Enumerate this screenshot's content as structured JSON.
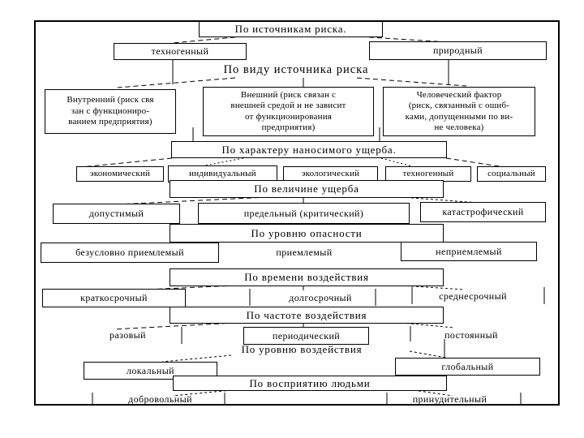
{
  "slide": {
    "colors": {
      "ink": "#000000",
      "paper": "#ffffff"
    },
    "rows": [
      {
        "header": "По источникам риска.",
        "children": [
          {
            "label": "техногенный"
          },
          {
            "label": "природный"
          }
        ]
      },
      {
        "header": "По виду источника риска",
        "children": [
          {
            "lines": [
              "Внутренний (риск свя",
              "зан с функциониро-",
              "ванием предприятия)"
            ]
          },
          {
            "lines": [
              "Внешний (риск связан с",
              "внешней средой и не зависит",
              "от функционирования",
              "предприятия)"
            ]
          },
          {
            "lines": [
              "Человеческий фактор",
              "(риск, связанный с ошиб-",
              "ками, допущенными по ви-",
              "не человека)"
            ]
          }
        ]
      },
      {
        "header": "По характеру наносимого ущерба.",
        "children": [
          {
            "label": "экономический"
          },
          {
            "label": "индивидуальный"
          },
          {
            "label": "экологический"
          },
          {
            "label": "техногенный"
          },
          {
            "label": "социальный"
          }
        ]
      },
      {
        "header": "По величине ущерба",
        "children": [
          {
            "label": "допустимый"
          },
          {
            "label": "предельный (критический)"
          },
          {
            "label": "катастрофический"
          }
        ]
      },
      {
        "header": "По уровню опасности",
        "children": [
          {
            "label": "безусловно приемлемый"
          },
          {
            "label": "приемлемый"
          },
          {
            "label": "неприемлемый"
          }
        ]
      },
      {
        "header": "По времени воздействия",
        "children": [
          {
            "label": "краткосрочный"
          },
          {
            "label": "долгосрочный"
          },
          {
            "label": "среднесрочный"
          }
        ]
      },
      {
        "header": "По частоте воздействия",
        "children": [
          {
            "label": "разовый"
          },
          {
            "label": "периодический"
          },
          {
            "label": "постоянный"
          }
        ]
      },
      {
        "header": "По уровню воздействия",
        "children": [
          {
            "label": "локальный"
          },
          {
            "label": "глобальный"
          }
        ]
      },
      {
        "header": "По восприятию людьми",
        "children": [
          {
            "label": "добровольный"
          },
          {
            "label": "принудительный"
          }
        ]
      }
    ]
  }
}
